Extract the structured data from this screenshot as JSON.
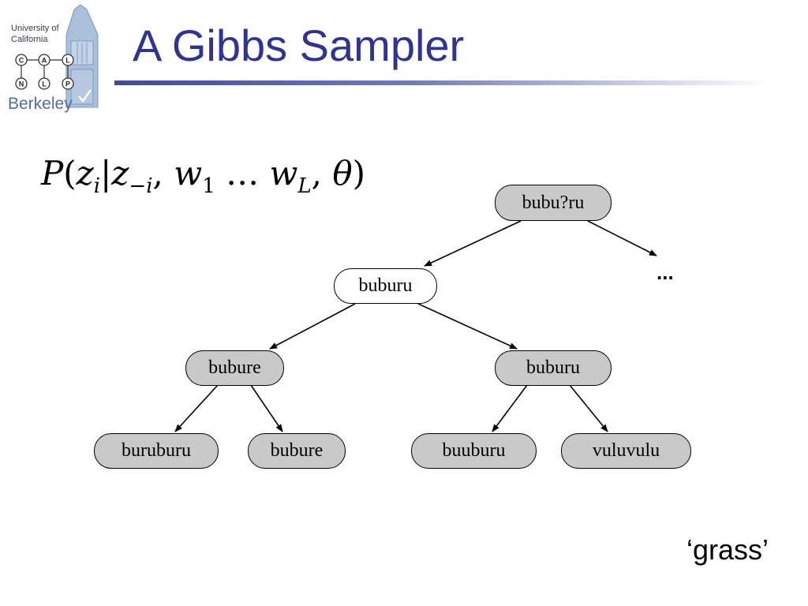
{
  "logo": {
    "line1": "University of",
    "line2": "California",
    "nodes_top": [
      "C",
      "A",
      "L"
    ],
    "nodes_bottom": [
      "N",
      "L",
      "P"
    ],
    "wordmark": "Berkeley"
  },
  "title": "A Gibbs Sampler",
  "formula": {
    "text": "P(z_i | z_-i, w_1 ... w_L, θ)",
    "p": "P",
    "z": "z",
    "sub_i": "i",
    "sub_minus_i": "−i",
    "w": "w",
    "sub_1": "1",
    "dots": "…",
    "sub_L": "L",
    "theta": "θ"
  },
  "tree": {
    "root": "bubu?ru",
    "level1": "buburu",
    "level2_left": "bubure",
    "level2_right": "buburu",
    "leaves": [
      "buruburu",
      "bubure",
      "buuburu",
      "vuluvulu"
    ],
    "ellipsis": "..."
  },
  "gloss": "‘grass’"
}
